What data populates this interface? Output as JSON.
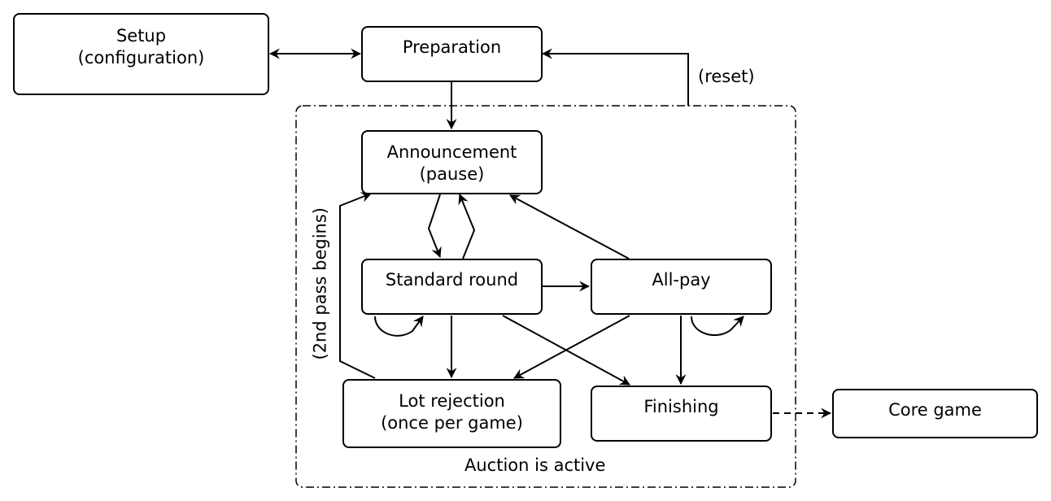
{
  "nodes": {
    "setup": {
      "line1": "Setup",
      "line2": "(configuration)"
    },
    "preparation": {
      "line1": "Preparation"
    },
    "announcement": {
      "line1": "Announcement",
      "line2": "(pause)"
    },
    "standard_round": {
      "line1": "Standard round"
    },
    "all_pay": {
      "line1": "All-pay"
    },
    "lot_rejection": {
      "line1": "Lot rejection",
      "line2": "(once per game)"
    },
    "finishing": {
      "line1": "Finishing"
    },
    "core_game": {
      "line1": "Core game"
    }
  },
  "labels": {
    "reset": "(reset)",
    "second_pass": "(2nd pass begins)",
    "auction_group": "Auction is active"
  }
}
